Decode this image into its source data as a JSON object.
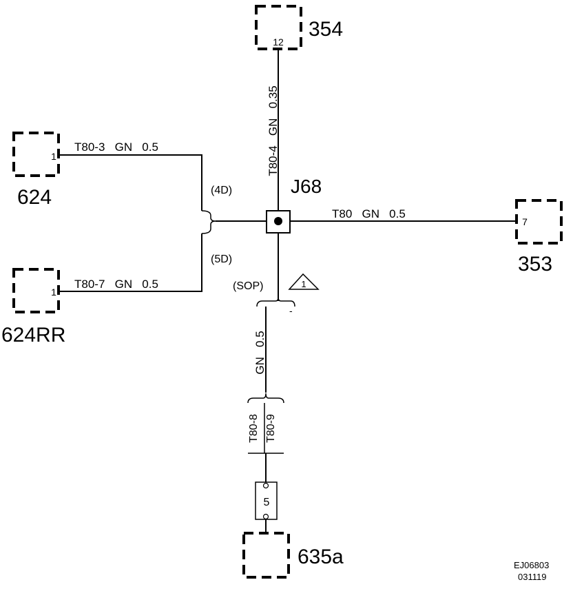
{
  "components": {
    "c354": {
      "name": "354",
      "pin": "12"
    },
    "c624": {
      "name": "624",
      "pin": "1"
    },
    "c624rr": {
      "name": "624RR",
      "pin": "1"
    },
    "c353": {
      "name": "353",
      "pin": "7"
    },
    "c635a": {
      "name": "635a"
    },
    "c5": {
      "name": "5"
    }
  },
  "junction": {
    "name": "J68"
  },
  "wires": {
    "top": {
      "circuit": "T80-4",
      "color": "GN",
      "size": "0.35"
    },
    "w624": {
      "circuit": "T80-3",
      "color": "GN",
      "size": "0.5"
    },
    "w624rr": {
      "circuit": "T80-7",
      "color": "GN",
      "size": "0.5"
    },
    "right": {
      "circuit": "T80",
      "color": "GN",
      "size": "0.5"
    },
    "bottom": {
      "color": "GN",
      "size": "0.5",
      "circuit_a": "T80-8",
      "circuit_b": "T80-9"
    }
  },
  "notes": {
    "n4d": "(4D)",
    "n5d": "(5D)",
    "sop": "(SOP)",
    "sop_dash": "-",
    "triangle": "1"
  },
  "footer": {
    "code": "EJ06803",
    "date": "031119"
  }
}
